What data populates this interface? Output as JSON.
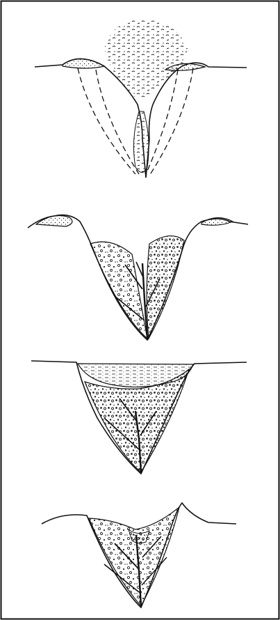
{
  "figure": {
    "frame_color": "#111111",
    "ink_color": "#111111",
    "background": "#ffffff",
    "panels": [
      {
        "name": "stage-1",
        "description_label": ""
      },
      {
        "name": "stage-2",
        "description_label": ""
      },
      {
        "name": "stage-3",
        "description_label": ""
      },
      {
        "name": "stage-4",
        "description_label": ""
      }
    ]
  }
}
